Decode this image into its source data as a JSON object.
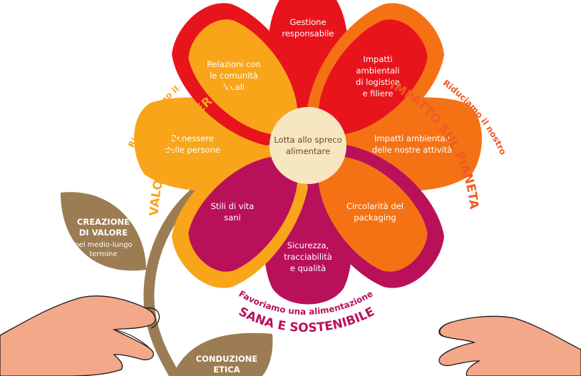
{
  "center": {
    "line1": "Lotta allo spreco",
    "line2": "alimentare"
  },
  "petals": {
    "top": [
      "Gestione",
      "responsabile"
    ],
    "top_left": [
      "Relazioni con",
      "le comunità",
      "locali"
    ],
    "top_right": [
      "Impatti",
      "ambientali",
      "di logistica",
      "e filiere"
    ],
    "left": [
      "Benessere",
      "delle persone"
    ],
    "right": [
      "Impatti ambientali",
      "delle nostre attività"
    ],
    "bottom_left": [
      "Stili di vita",
      "sani"
    ],
    "bottom_right": [
      "Circolarità del",
      "packaging"
    ],
    "bottom": [
      "Sicurezza,",
      "tracciabilità",
      "e qualità"
    ]
  },
  "headings": {
    "persone_small": "Riconosciamo il",
    "persone_big": "VALORE DELLE PERSONE",
    "pianeta_small": "Riduciamo il nostro",
    "pianeta_big": "IMPATTO SUL PIANETA",
    "sana_small": "Favoriamo una alimentazione",
    "sana_big": "SANA E SOSTENIBILE"
  },
  "leaves": {
    "valore": {
      "title1": "CREAZIONE",
      "title2": "DI VALORE",
      "sub1": "nel medio-lungo",
      "sub2": "termine"
    },
    "etica": {
      "title1": "CONDUZIONE",
      "title2": "ETICA"
    }
  },
  "colors": {
    "red": "#e8141c",
    "orange": "#f57214",
    "dark_orange": "#f15a22",
    "yellow": "#f9a51a",
    "magenta": "#b8115a",
    "center": "#f6e7c1",
    "stem": "#9c7c52",
    "leaf": "#9c7c52",
    "skin": "#f4a88a",
    "heading_yellow": "#f9a51a",
    "heading_orange": "#f15a22",
    "heading_magenta": "#b8115a"
  }
}
